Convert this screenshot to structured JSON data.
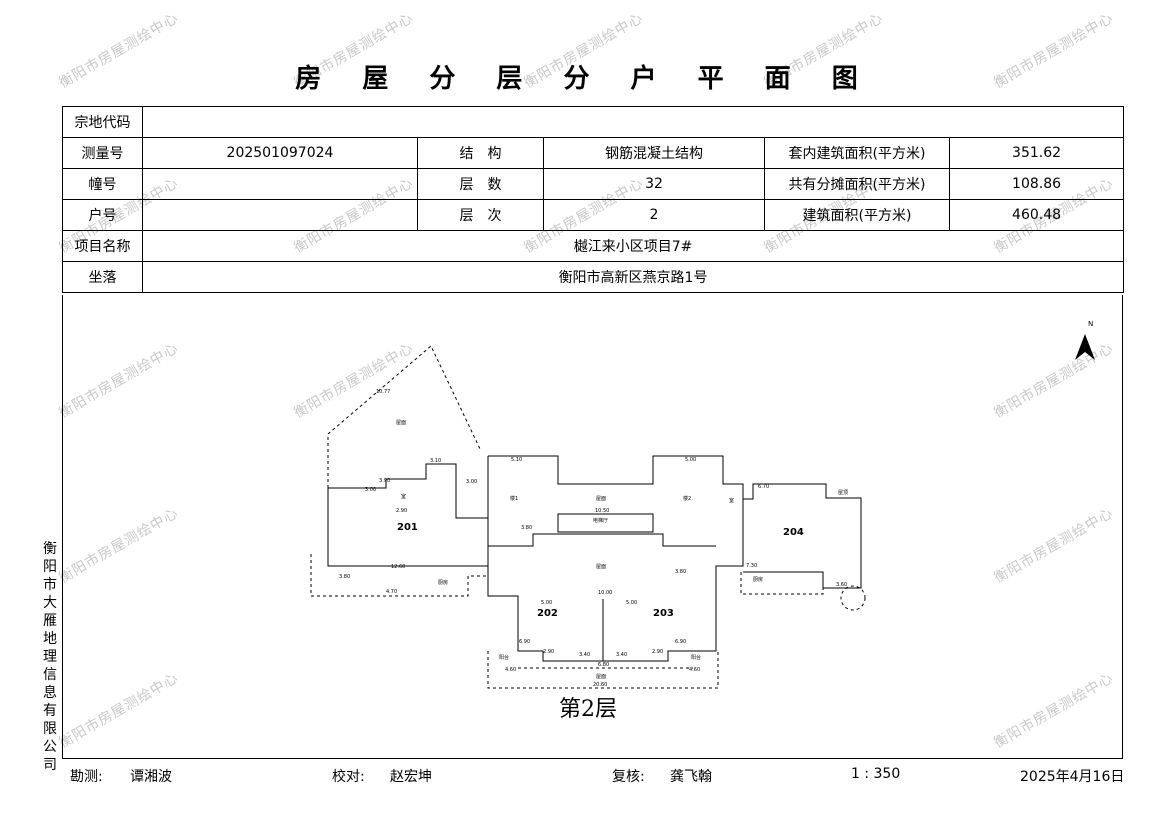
{
  "watermark": "衡阳市房屋测绘中心",
  "title": "房 屋 分 层 分 户 平 面 图",
  "info": {
    "parcel_code_label": "宗地代码",
    "parcel_code_value": "",
    "survey_no_label": "测量号",
    "survey_no_value": "202501097024",
    "structure_label": "结　构",
    "structure_value": "钢筋混凝土结构",
    "inner_area_label": "套内建筑面积(平方米)",
    "inner_area_value": "351.62",
    "building_no_label": "幢号",
    "building_no_value": "",
    "floors_label": "层　数",
    "floors_value": "32",
    "shared_area_label": "共有分摊面积(平方米)",
    "shared_area_value": "108.86",
    "unit_no_label": "户号",
    "unit_no_value": "",
    "floor_label": "层　次",
    "floor_value": "2",
    "build_area_label": "建筑面积(平方米)",
    "build_area_value": "460.48",
    "project_label": "项目名称",
    "project_value": "樾江来小区项目7#",
    "location_label": "坐落",
    "location_value": "衡阳市高新区燕京路1号"
  },
  "side_label": "衡阳市大雁地理信息有限公司",
  "plan": {
    "north": "N",
    "floor_caption": "第2层",
    "units": [
      "201",
      "202",
      "203",
      "204"
    ],
    "rooms": {
      "garden": "屋面",
      "balcony": "阳台",
      "lobby": "电梯厅",
      "stair1": "楼1",
      "stair2": "楼2",
      "room": "室",
      "kitchen": "厨房",
      "roof": "屋顶"
    },
    "dims": [
      "10.77",
      "3.10",
      "5.10",
      "5.00",
      "3.00",
      "2.90",
      "3.90",
      "3.00",
      "6.70",
      "10.50",
      "3.80",
      "12.60",
      "3.80",
      "4.70",
      "10.00",
      "5.00",
      "5.00",
      "3.80",
      "7.30",
      "3.60",
      "6.90",
      "6.90",
      "2.90",
      "3.40",
      "3.40",
      "2.90",
      "6.80",
      "4.60",
      "4.60",
      "20.60"
    ],
    "colors": {
      "line": "#000000"
    }
  },
  "footer": {
    "survey_label": "勘测:",
    "surveyor": "谭湘波",
    "check_label": "校对:",
    "checker": "赵宏坤",
    "review_label": "复核:",
    "reviewer": "龚飞翰",
    "scale": "1 : 350",
    "date": "2025年4月16日"
  }
}
